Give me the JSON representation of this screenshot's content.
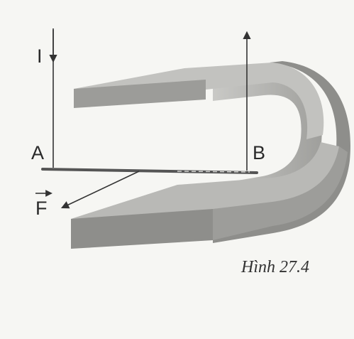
{
  "labels": {
    "current": "I",
    "point_a": "A",
    "point_b": "B",
    "force": "F"
  },
  "caption": "Hình 27.4",
  "colors": {
    "background": "#f6f6f3",
    "magnet_face": "#b9b9b6",
    "magnet_edge": "#8e8e8b",
    "magnet_inner": "#d2d2cf",
    "wire": "#555555",
    "arrow": "#333333"
  }
}
